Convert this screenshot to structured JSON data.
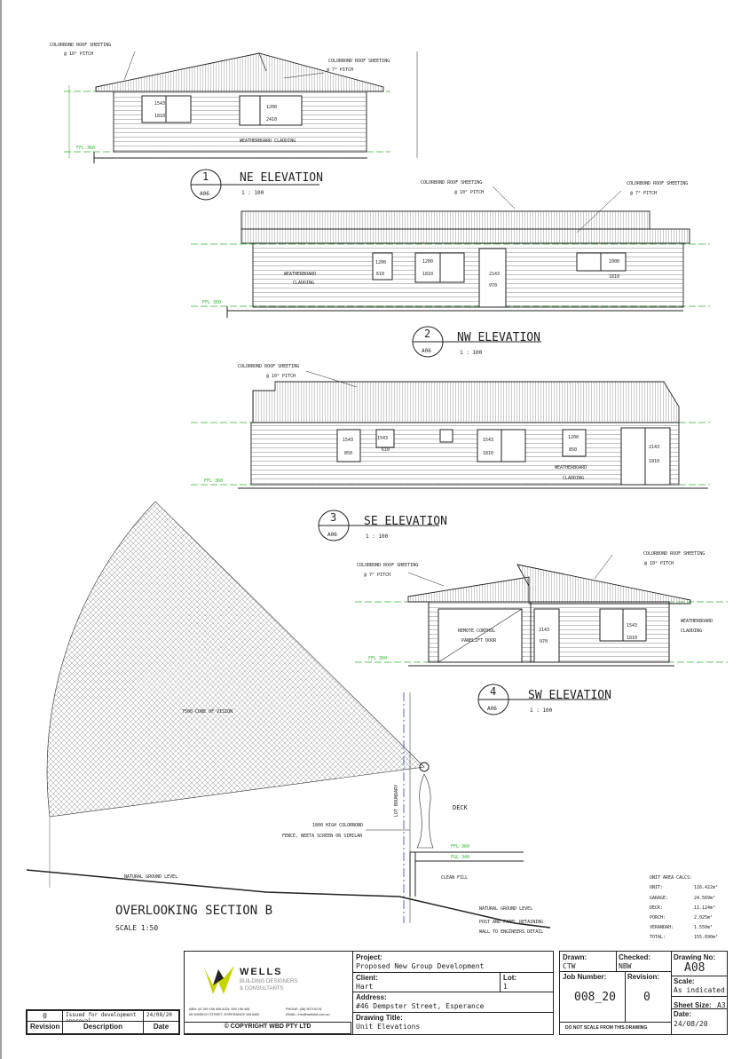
{
  "elevations": {
    "ne": {
      "number": "1",
      "title": "NE ELEVATION",
      "sheet": "A06",
      "scale": "1 : 100",
      "notes": [
        "COLORBOND ROOF SHEETING",
        "@ 10° PITCH",
        "COLORBOND ROOF SHEETING",
        "@ 7° PITCH",
        "WEATHERBOARD CLADDING",
        "FFL 360"
      ],
      "windows": [
        {
          "h": "1543",
          "w": "1810"
        },
        {
          "h": "1200",
          "w": "2410"
        }
      ]
    },
    "nw": {
      "number": "2",
      "title": "NW ELEVATION",
      "sheet": "A06",
      "scale": "1 : 100",
      "notes": [
        "COLORBOND ROOF SHEETING",
        "@ 10° PITCH",
        "COLORBOND ROOF SHEETING",
        "@ 7° PITCH",
        "WEATHERBOARD",
        "CLADDING",
        "FFL 360"
      ],
      "windows": [
        {
          "h": "1200",
          "w": "610"
        },
        {
          "h": "1200",
          "w": "1810"
        },
        {
          "h": "2143",
          "w": "970"
        },
        {
          "h": "1000",
          "w": "1810"
        }
      ]
    },
    "se": {
      "number": "3",
      "title": "SE ELEVATION",
      "sheet": "A06",
      "scale": "1 : 100",
      "notes": [
        "COLORBOND ROOF SHEETING",
        "@ 10° PITCH",
        "WEATHERBOARD",
        "CLADDING",
        "FFL 360"
      ],
      "windows": [
        {
          "h": "1543",
          "w": "850"
        },
        {
          "h": "1543",
          "w": "610"
        },
        {
          "h": "1543",
          "w": "1810"
        },
        {
          "h": "1200",
          "w": "850"
        },
        {
          "h": "2143",
          "w": "1810"
        }
      ]
    },
    "sw": {
      "number": "4",
      "title": "SW ELEVATION",
      "sheet": "A06",
      "scale": "1 : 100",
      "notes": [
        "COLORBOND ROOF SHEETING",
        "@ 7° PITCH",
        "COLORBOND ROOF SHEETING",
        "@ 10° PITCH",
        "WEATHERBOARD",
        "CLADDING",
        "REMOTE CONTROL",
        "PANELIFT DOOR",
        "FFL 360"
      ],
      "windows": [
        {
          "h": "2143",
          "w": "970"
        },
        {
          "h": "1543",
          "w": "1810"
        }
      ]
    }
  },
  "section": {
    "title": "OVERLOOKING SECTION B",
    "scale": "SCALE 1:50",
    "notes": [
      "7500 CONE OF VISION",
      "LOT BOUNDARY",
      "DECK",
      "1800 HIGH COLORBOND",
      "FENCE, NEETA SCREEN OR SIMILAR",
      "FFL 360",
      "FGL 340",
      "NATURAL GROUND LEVEL",
      "CLEAN FILL",
      "NATURAL GROUND LEVEL",
      "POST AND PANEL RETAINING",
      "WALL TO ENGINEERS DETAIL"
    ]
  },
  "area_calcs": {
    "title": "UNIT AREA CALCS:",
    "rows": [
      {
        "label": "UNIT:",
        "value": "116.422m²"
      },
      {
        "label": "GARAGE:",
        "value": "24.569m²"
      },
      {
        "label": "DECK:",
        "value": "11.124m²"
      },
      {
        "label": "PORCH:",
        "value": "2.025m²"
      },
      {
        "label": "VERANDAH:",
        "value": "1.550m²"
      },
      {
        "label": "TOTAL:",
        "value": "155.690m²"
      }
    ]
  },
  "revisions": {
    "headers": [
      "Revision",
      "Description",
      "Date"
    ],
    "rows": [
      {
        "rev": "0",
        "desc": "Issued for development approval",
        "date": "24/08/20"
      }
    ]
  },
  "company": {
    "name": "WELLS",
    "tag1": "BUILDING DESIGNERS",
    "tag2": "& CONSULTANTS",
    "details1": "ABN: 43 159 196 406 ACN: 159 196 406",
    "details2": "65 WINDICH STREET, ESPERANCE WA 6450",
    "phone": "PHONE: (08) 90719176",
    "email": "EMAIL: info@wellsbd.com.au",
    "copyright": "© COPYRIGHT WBD PTY LTD",
    "color": "#c8d400"
  },
  "project": {
    "project_label": "Project:",
    "project": "Proposed New Group Development",
    "client_label": "Client:",
    "client": "Hart",
    "lot_label": "Lot:",
    "lot": "1",
    "address_label": "Address:",
    "address": "#46 Dempster Street, Esperance",
    "title_label": "Drawing Title:",
    "title": "Unit Elevations"
  },
  "sheet": {
    "drawn_label": "Drawn:",
    "drawn": "CTW",
    "checked_label": "Checked:",
    "checked": "NBW",
    "drawing_no_label": "Drawing No:",
    "drawing_no": "A08",
    "job_label": "Job Number:",
    "job": "008_20",
    "revision_label": "Revision:",
    "revision": "0",
    "scale_label": "Scale:",
    "scale": "As indicated",
    "size_label": "Sheet Size:",
    "size": "A3",
    "date_label": "Date:",
    "date": "24/08/20",
    "warning": "DO NOT SCALE FROM THIS DRAWING"
  },
  "colors": {
    "level": "#2db52d",
    "boundary": "#1a3fd1",
    "line": "#222222"
  }
}
